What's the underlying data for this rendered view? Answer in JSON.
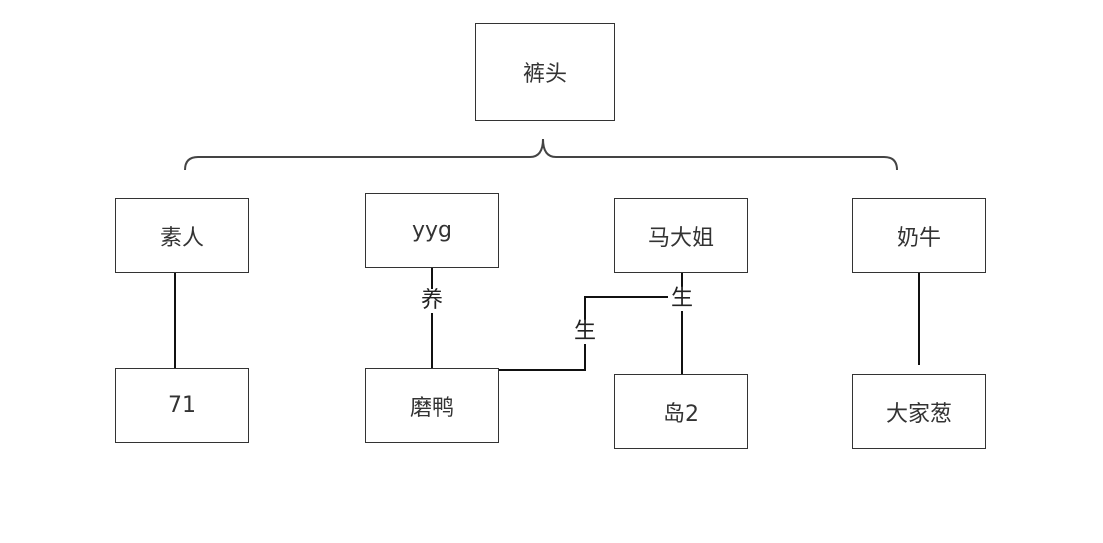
{
  "nodes": {
    "root": "裤头",
    "suren": "素人",
    "yyg": "yyg",
    "madajie": "马大姐",
    "nainiu": "奶牛",
    "n71": "71",
    "moya": "磨鸭",
    "dao2": "岛2",
    "dajiacong": "大家葱"
  },
  "edge_labels": {
    "yang": "养",
    "sheng_madajie": "生",
    "sheng_link": "生"
  },
  "colors": {
    "line": "#111111",
    "border": "#333333",
    "brace": "#444444",
    "background": "#ffffff"
  }
}
